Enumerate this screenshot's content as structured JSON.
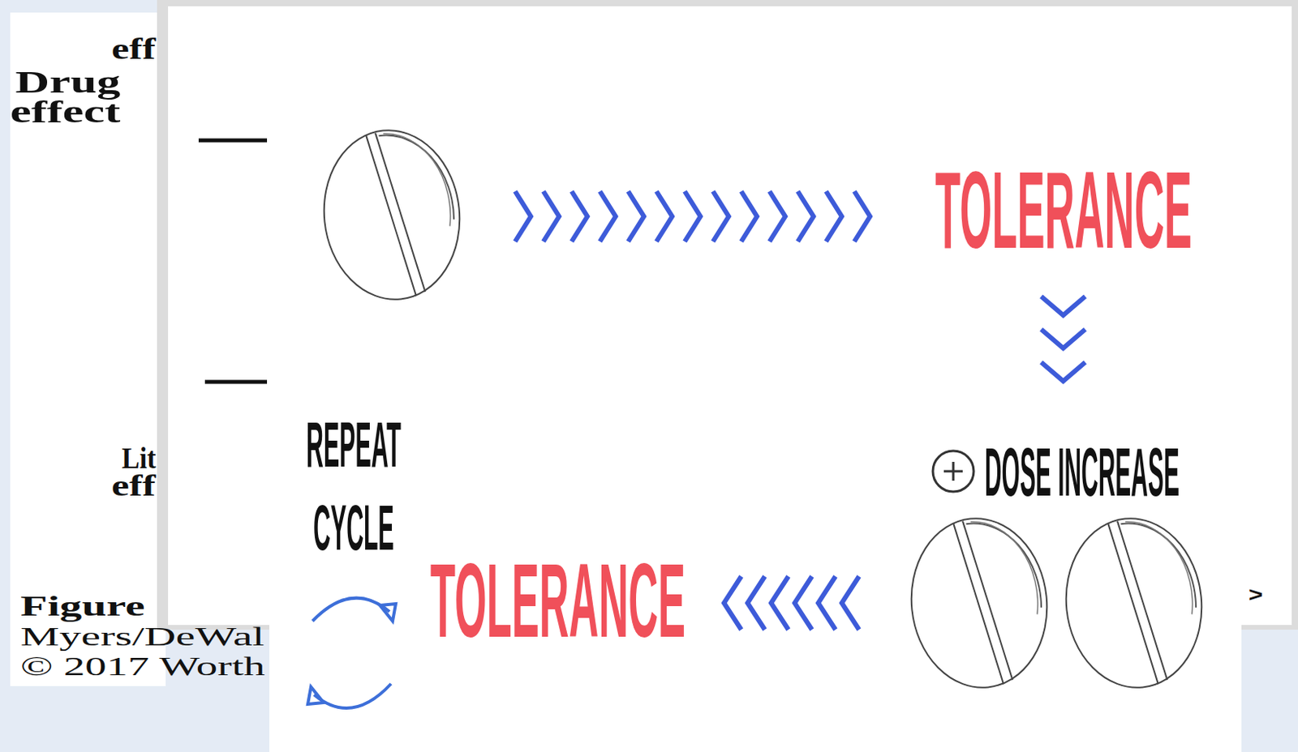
{
  "diagram": {
    "labels": [
      "eff",
      "Drug effect",
      "Lit",
      "eff",
      "Figure",
      "Myers/DeWal",
      "© 2017 Worth",
      "TOLERANCE",
      "DOSE INCREASE",
      "REPEAT CYCLE",
      "TOLERANCE",
      ">"
    ]
  }
}
